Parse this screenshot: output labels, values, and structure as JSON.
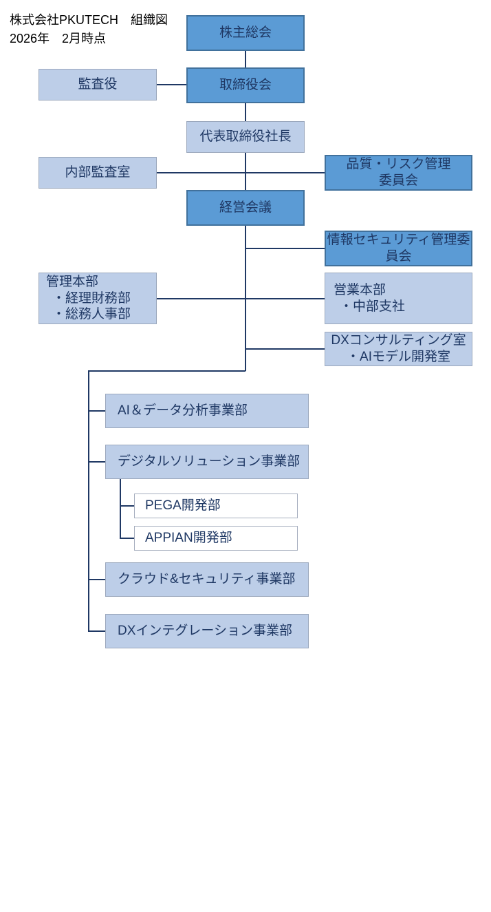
{
  "title": {
    "line1": "株式会社PKUTECH　組織図",
    "line2": "2026年　2月時点"
  },
  "colors": {
    "dark_box_fill": "#5B9BD5",
    "dark_box_border": "#41719C",
    "light_box_fill": "#BDCEE8",
    "light_box_border": "#9AA7BC",
    "white_box_fill": "#FFFFFF",
    "white_box_border": "#A6AEBE",
    "box_text": "#1F3864",
    "connector": "#1F3864",
    "title_text": "#000000"
  },
  "nodes": {
    "shareholders_meeting": {
      "label": "株主総会"
    },
    "auditor": {
      "label": "監査役"
    },
    "board_of_directors": {
      "label": "取締役会"
    },
    "president": {
      "label": "代表取締役社長"
    },
    "internal_audit_office": {
      "label": "内部監査室"
    },
    "quality_risk_committee": {
      "line1": "品質・リスク管理",
      "line2": "委員会"
    },
    "management_meeting": {
      "label": "経営会議"
    },
    "infosec_committee": {
      "line1": "情報セキュリティ管理委",
      "line2": "員会"
    },
    "admin_hq": {
      "line1": "管理本部",
      "line2": "・経理財務部",
      "line3": "・総務人事部"
    },
    "sales_hq": {
      "line1": "営業本部",
      "line2": "・中部支社"
    },
    "dx_consulting_office": {
      "line1": "DXコンサルティング室",
      "line2": "・AIモデル開発室"
    },
    "ai_data_division": {
      "label": "AI＆データ分析事業部"
    },
    "digital_solution_division": {
      "label": "デジタルソリューション事業部"
    },
    "pega_dev": {
      "label": "PEGA開発部"
    },
    "appian_dev": {
      "label": "APPIAN開発部"
    },
    "cloud_security_division": {
      "label": "クラウド&セキュリティ事業部"
    },
    "dx_integration_division": {
      "label": "DXインテグレーション事業部"
    }
  }
}
